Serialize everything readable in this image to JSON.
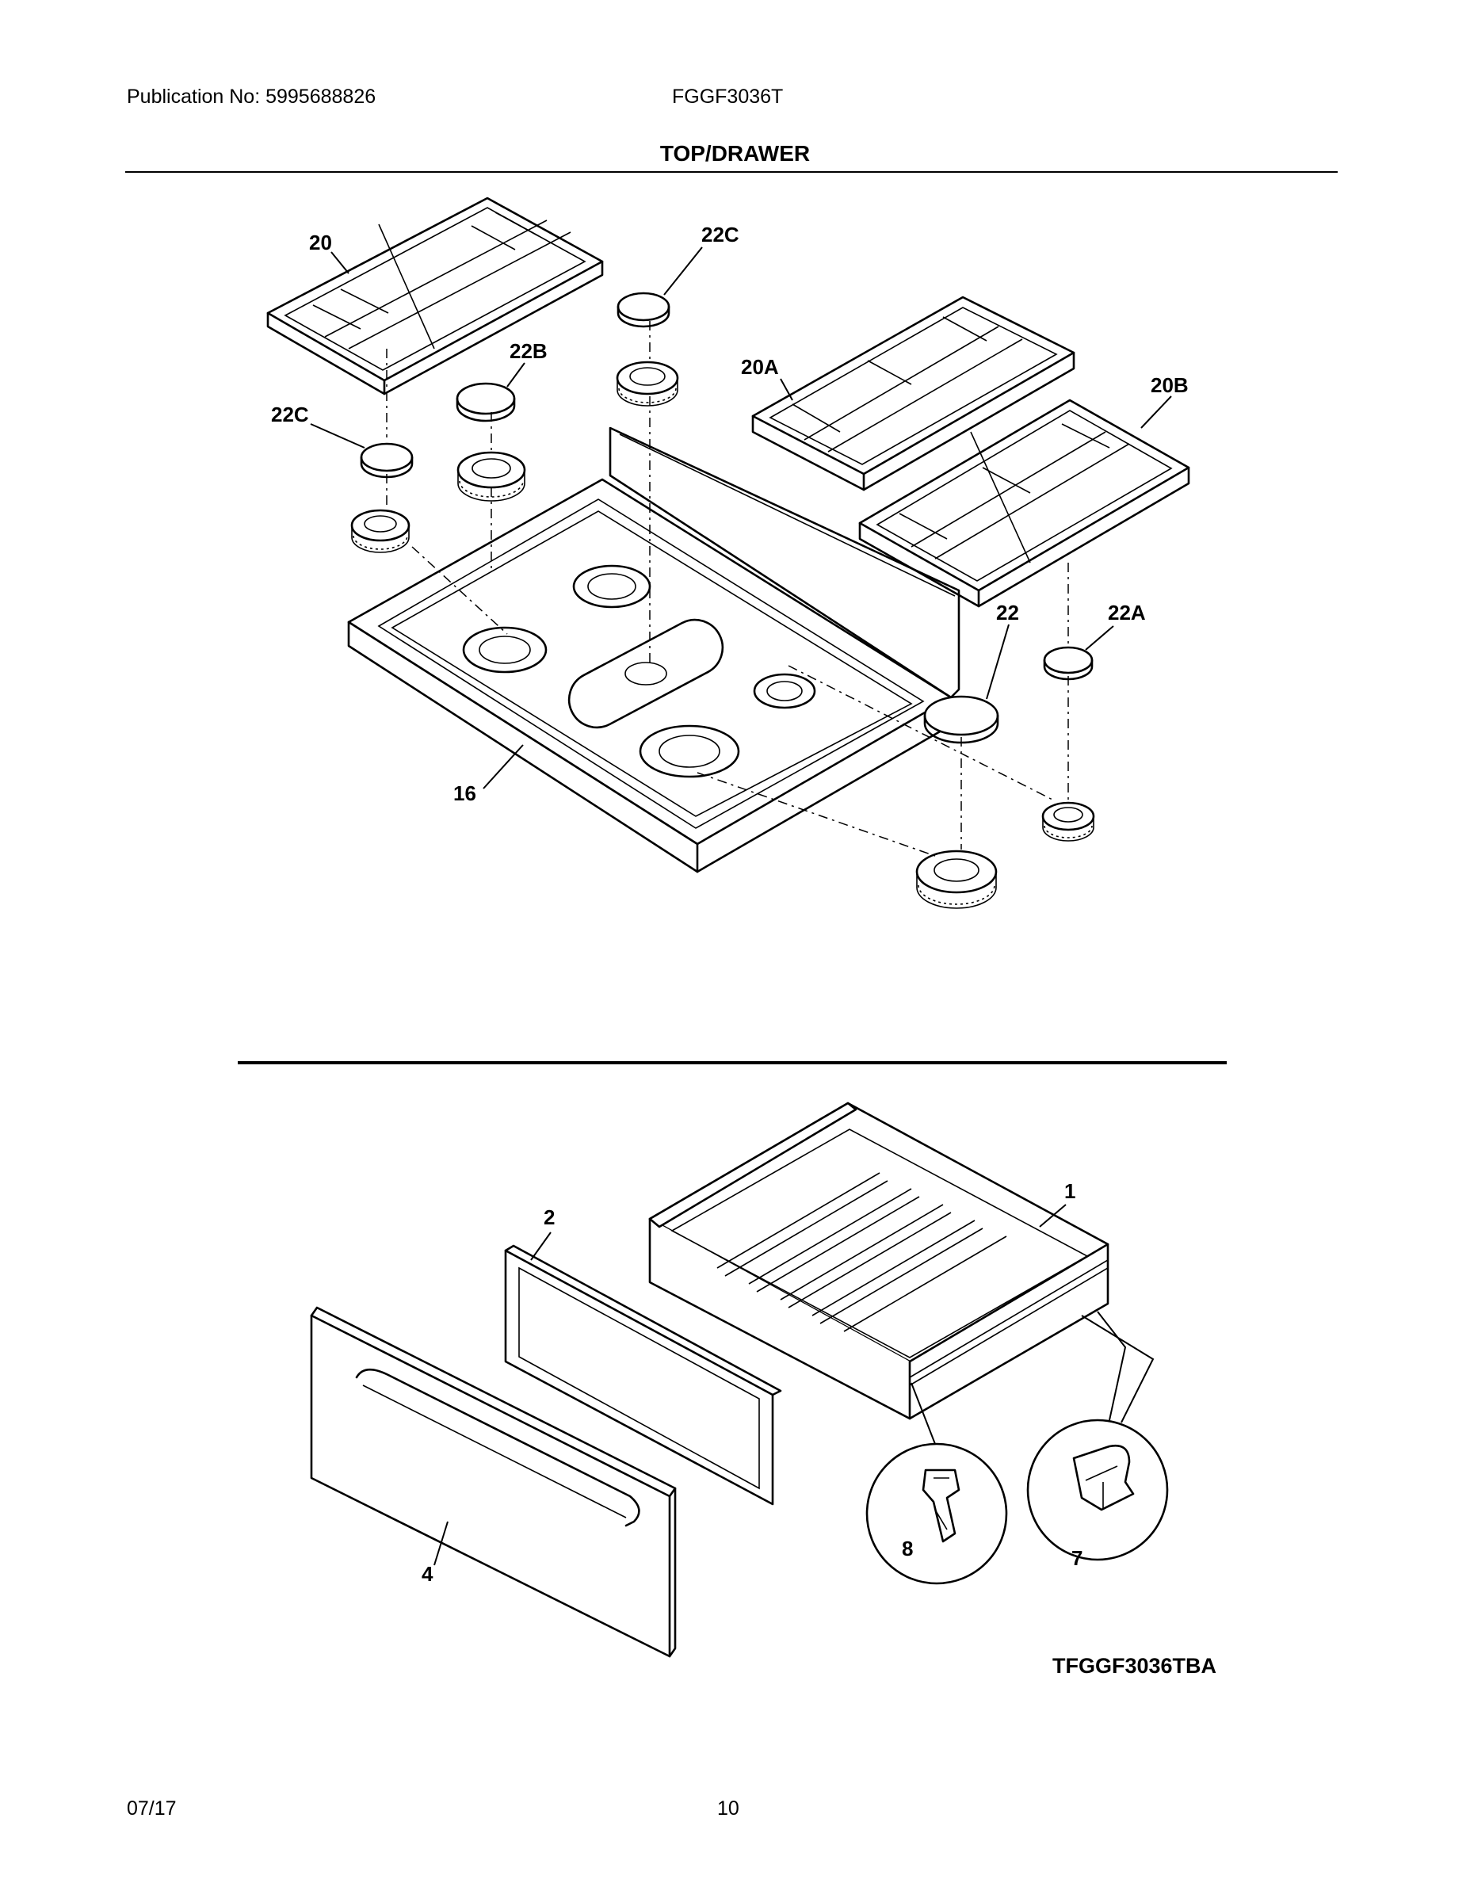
{
  "header": {
    "publication": "Publication No: 5995688826",
    "model": "FGGF3036T",
    "section_title": "TOP/DRAWER"
  },
  "callouts": {
    "c20": "20",
    "c22c_top": "22C",
    "c22b": "22B",
    "c22c_left": "22C",
    "c20a": "20A",
    "c20b": "20B",
    "c22": "22",
    "c22a": "22A",
    "c16": "16",
    "c1": "1",
    "c2": "2",
    "c4": "4",
    "c8": "8",
    "c7": "7"
  },
  "diagram_code": "TFGGF3036TBA",
  "footer": {
    "date": "07/17",
    "page": "10"
  }
}
